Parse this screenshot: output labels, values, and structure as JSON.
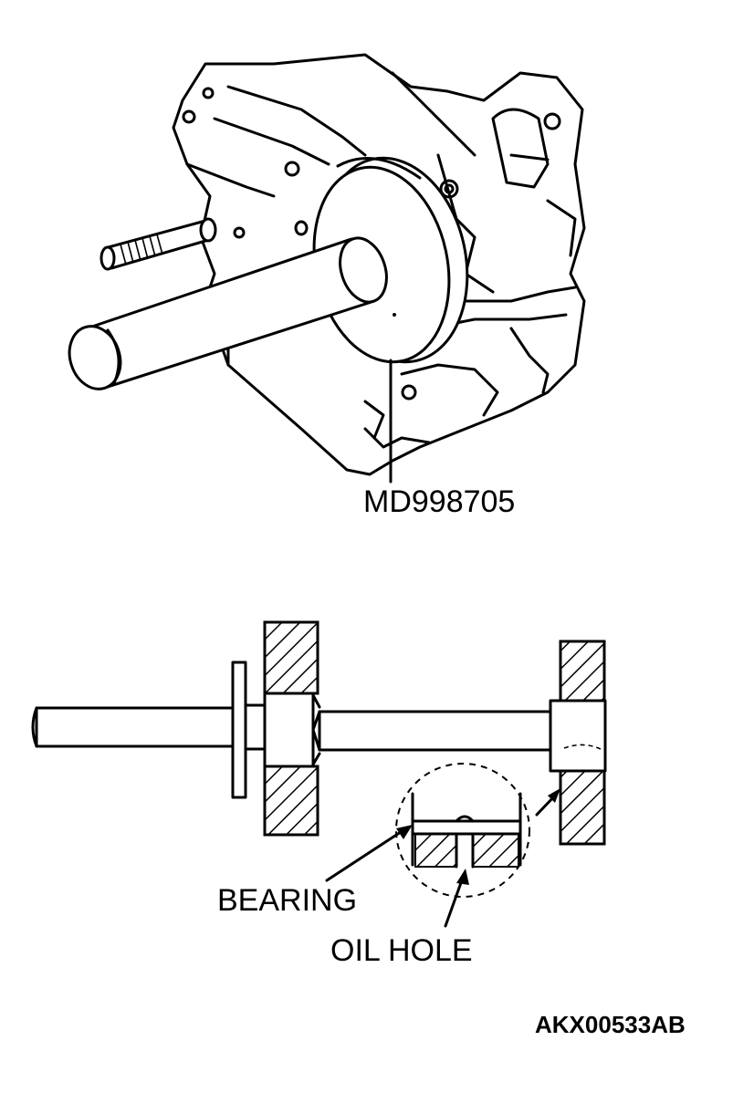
{
  "labels": {
    "tool": "MD998705",
    "bearing": "BEARING",
    "oil_hole": "OIL HOLE",
    "figure_code": "AKX00533AB"
  },
  "colors": {
    "ink": "#000000",
    "paper": "#ffffff"
  }
}
